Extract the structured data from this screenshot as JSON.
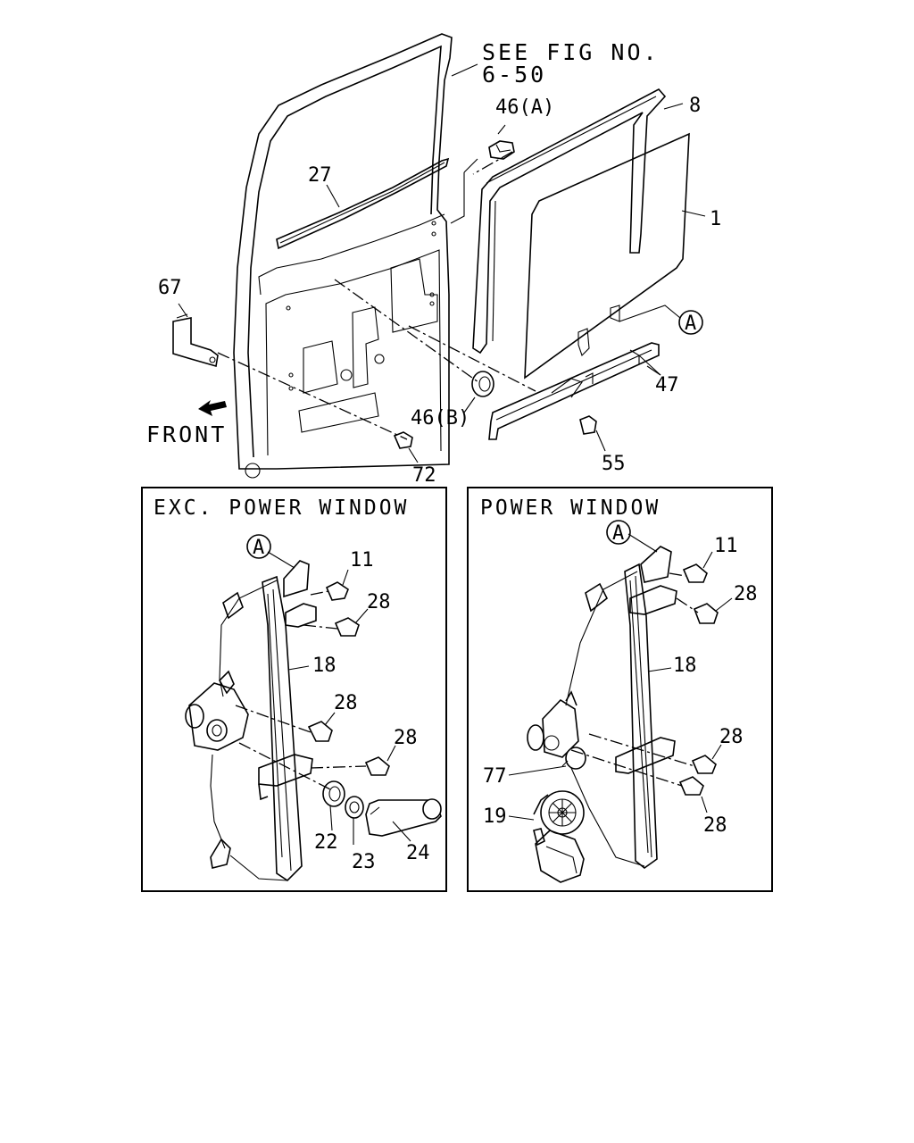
{
  "reference": {
    "line1": "SEE FIG NO.",
    "line2": "6-50"
  },
  "front_label": "FRONT",
  "callouts": {
    "c1": "1",
    "c8": "8",
    "c27": "27",
    "c46a": "46(A)",
    "c46b": "46(B)",
    "c47": "47",
    "c55": "55",
    "c67": "67",
    "c72": "72",
    "ref_a_main": "A"
  },
  "panel_manual": {
    "title": "EXC. POWER WINDOW",
    "ref_a": "A",
    "c11": "11",
    "c28_a": "28",
    "c18": "18",
    "c28_b": "28",
    "c28_c": "28",
    "c22": "22",
    "c23": "23",
    "c24": "24"
  },
  "panel_power": {
    "title": "POWER WINDOW",
    "ref_a": "A",
    "c11": "11",
    "c28_a": "28",
    "c18": "18",
    "c28_b": "28",
    "c77": "77",
    "c28_c": "28",
    "c19": "19"
  }
}
